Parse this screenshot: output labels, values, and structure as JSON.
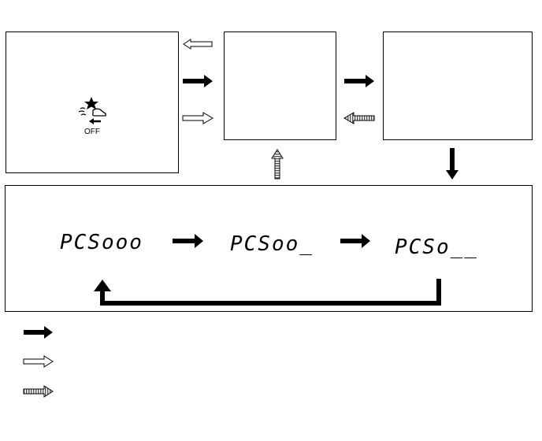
{
  "icon_panel": {
    "icon": "pcs-off-icon",
    "label": "OFF"
  },
  "display_sequence": {
    "steps": [
      "PCSooo",
      "PCSoo_",
      "PCSo__"
    ]
  },
  "legend": {
    "items": [
      {
        "arrow": "solid-arrow",
        "color": "#000000"
      },
      {
        "arrow": "hollow-arrow",
        "color": "#ffffff"
      },
      {
        "arrow": "hatched-arrow",
        "color": "#888888"
      }
    ]
  }
}
